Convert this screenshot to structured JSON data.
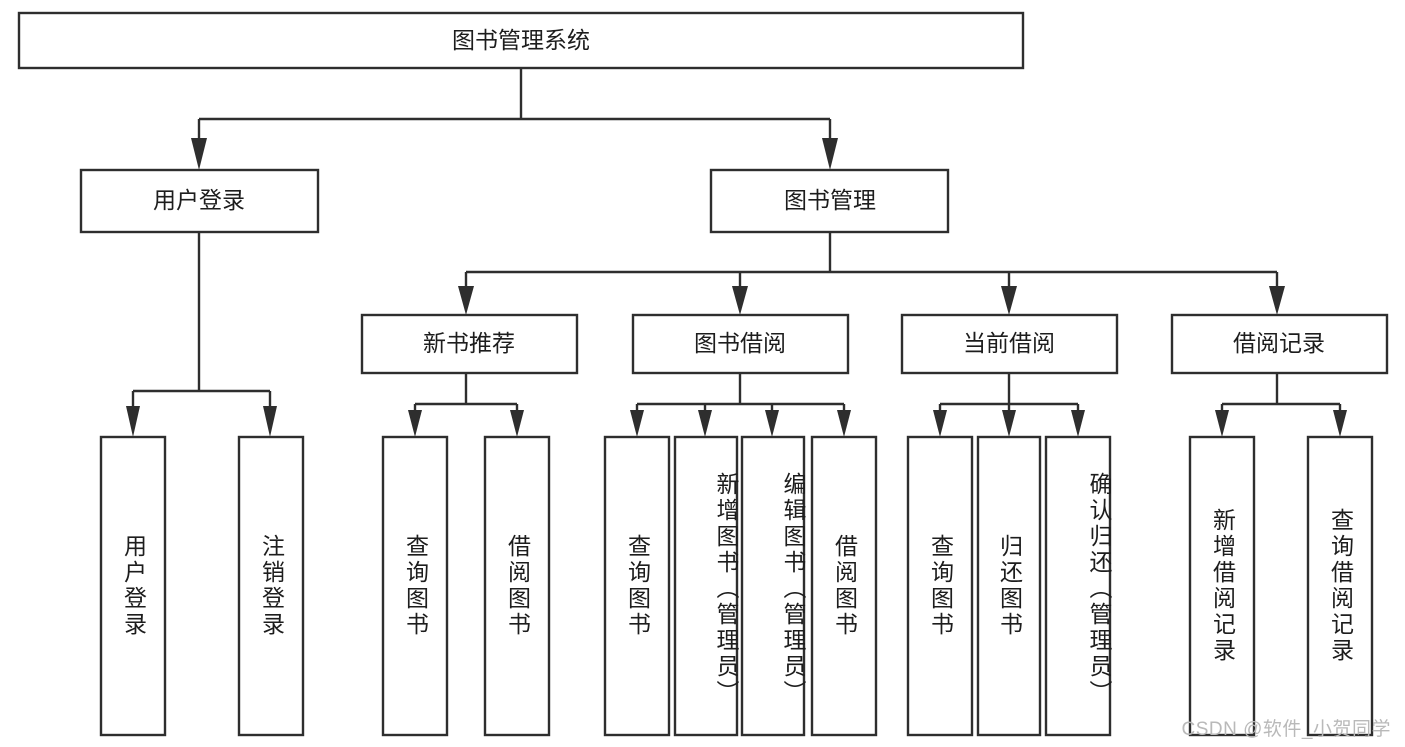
{
  "diagram": {
    "type": "tree-hierarchy",
    "title": "图书管理系统",
    "orientation": "top-down",
    "colors": {
      "box_border": "#2e2e2e",
      "box_fill": "#ffffff",
      "connector": "#2e2e2e",
      "label_text": "#1d1d1d",
      "canvas": "#ffffff",
      "watermark_text": "#b9b9b9"
    },
    "root": {
      "label": "图书管理系统"
    },
    "level2": [
      {
        "label": "用户登录"
      },
      {
        "label": "图书管理"
      }
    ],
    "level3": [
      {
        "label": "新书推荐"
      },
      {
        "label": "图书借阅"
      },
      {
        "label": "当前借阅"
      },
      {
        "label": "借阅记录"
      }
    ],
    "leaves": [
      {
        "label": "用户登录",
        "parent": "用户登录"
      },
      {
        "label": "注销登录",
        "parent": "用户登录"
      },
      {
        "label": "查询图书",
        "parent": "新书推荐"
      },
      {
        "label": "借阅图书",
        "parent": "新书推荐"
      },
      {
        "label": "查询图书",
        "parent": "图书借阅"
      },
      {
        "label": "新增图书（管理员）",
        "parent": "图书借阅"
      },
      {
        "label": "编辑图书（管理员）",
        "parent": "图书借阅"
      },
      {
        "label": "借阅图书",
        "parent": "图书借阅"
      },
      {
        "label": "查询图书",
        "parent": "当前借阅"
      },
      {
        "label": "归还图书",
        "parent": "当前借阅"
      },
      {
        "label": "确认归还（管理员）",
        "parent": "当前借阅"
      },
      {
        "label": "新增借阅记录",
        "parent": "借阅记录"
      },
      {
        "label": "查询借阅记录",
        "parent": "借阅记录"
      }
    ]
  },
  "watermark": {
    "text": "CSDN @软件_小贺同学"
  }
}
